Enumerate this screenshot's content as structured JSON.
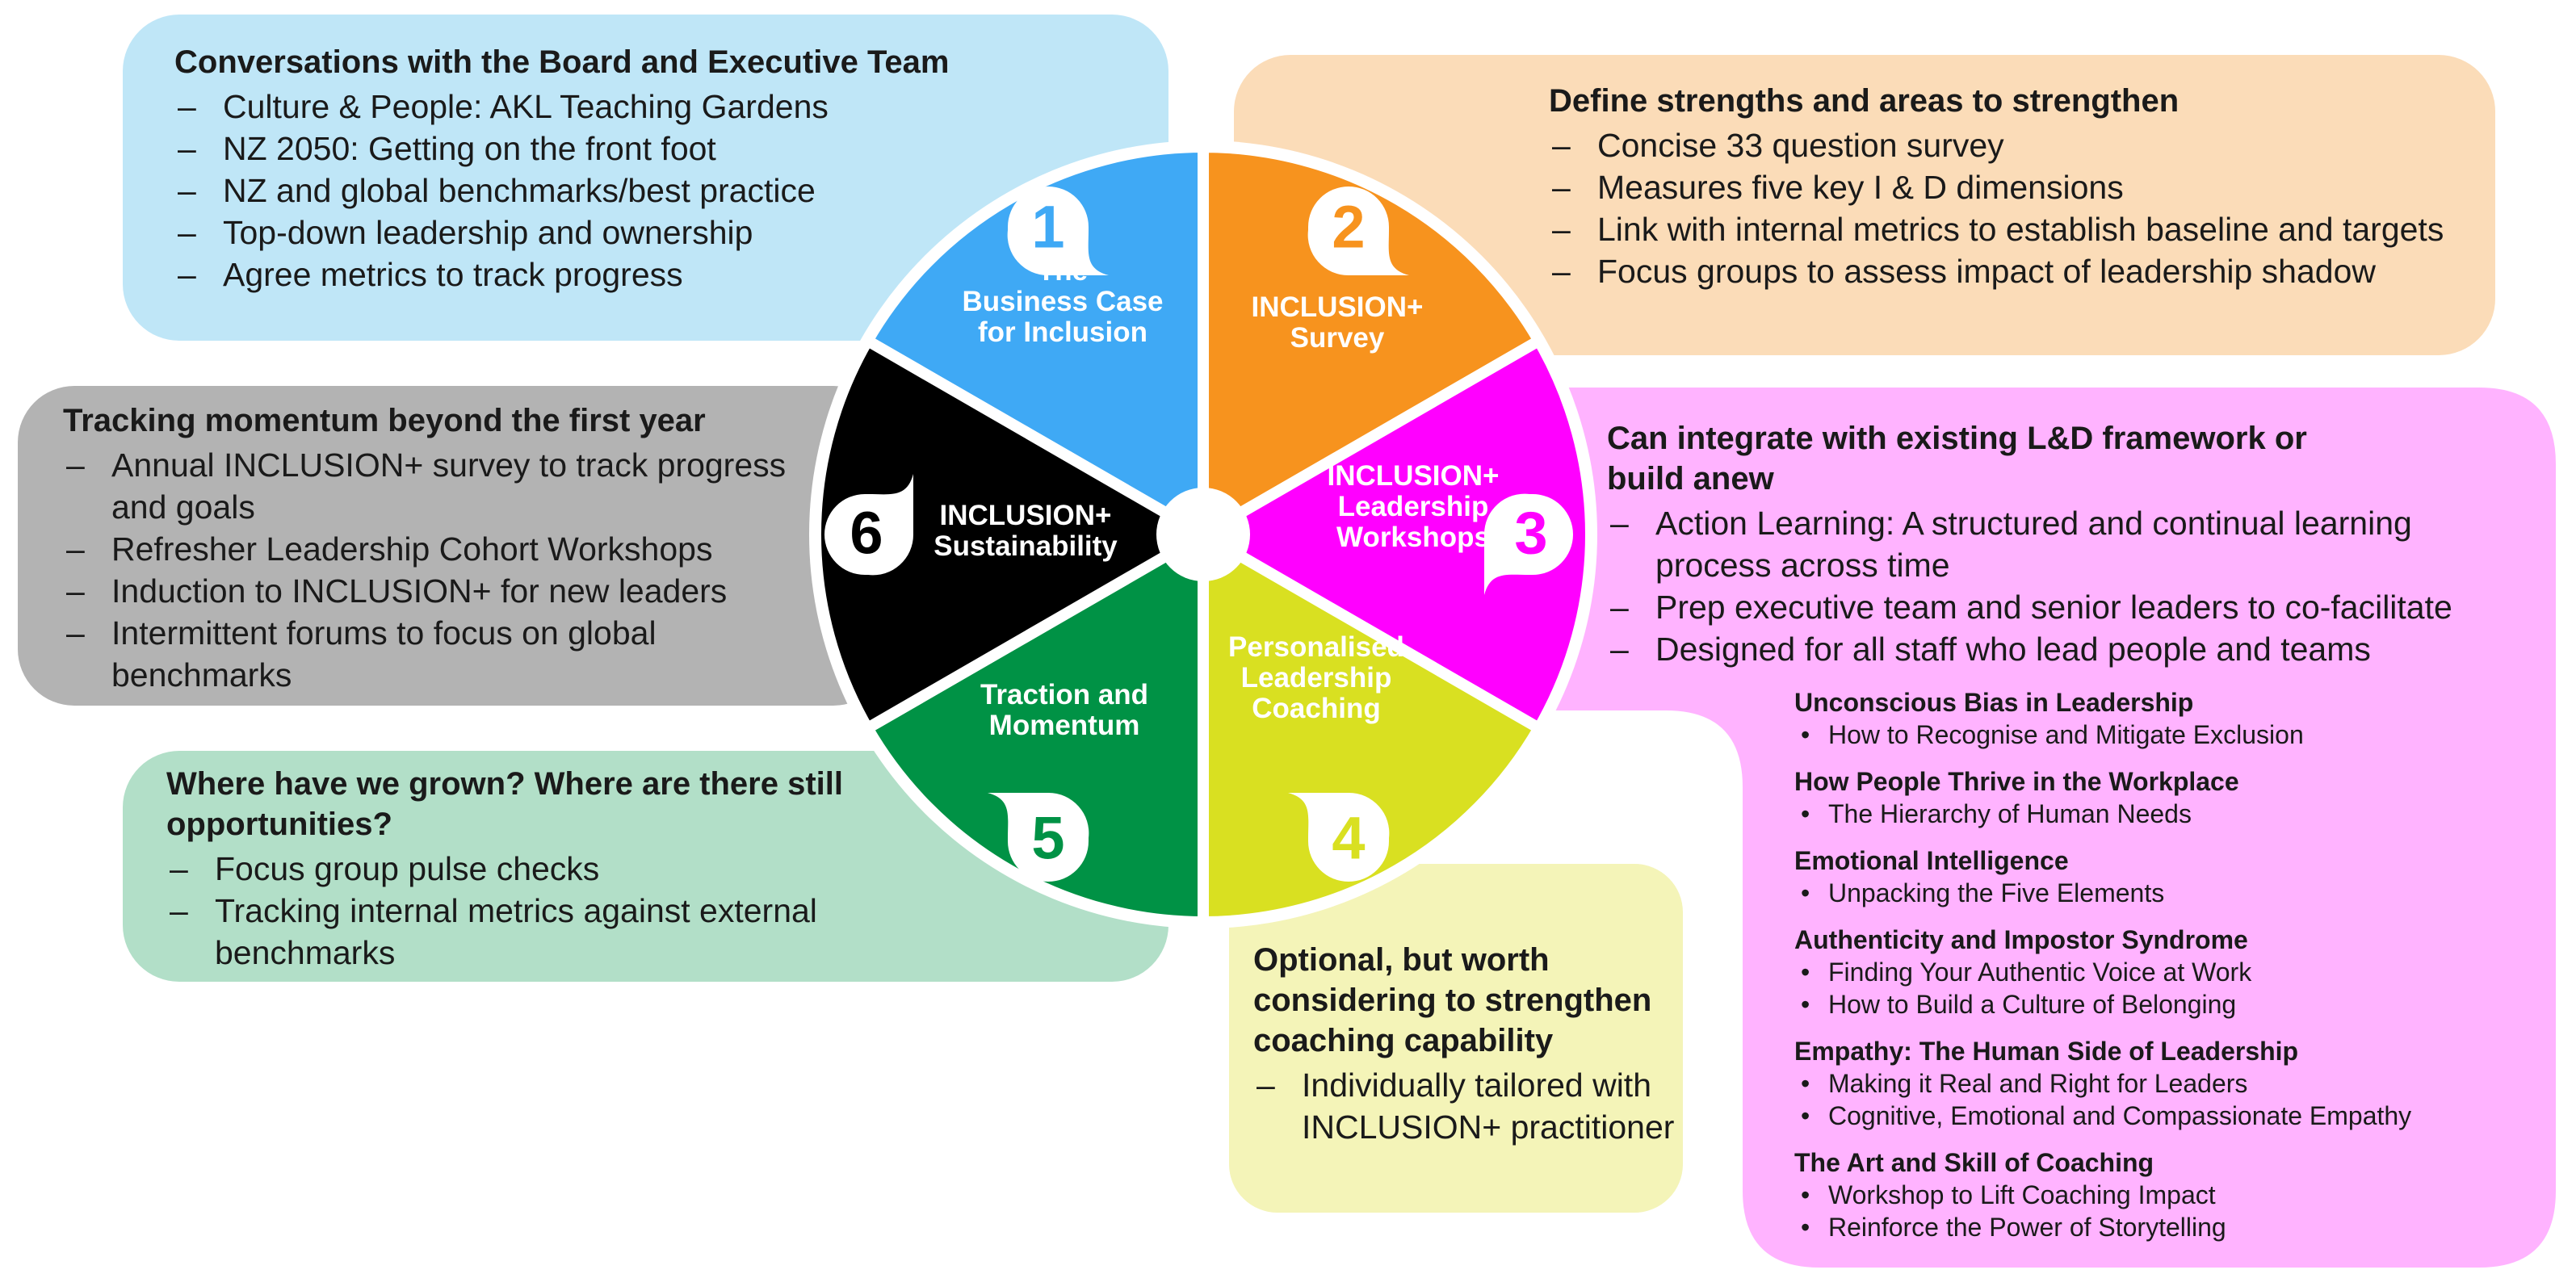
{
  "colors": {
    "blue": "#3fa9f5",
    "blue_bg": "#bfe6f7",
    "orange": "#f7931e",
    "orange_bg": "#fbdcb8",
    "magenta": "#ff00ff",
    "magenta_bg": "#ffb3ff",
    "yellow": "#d9e021",
    "yellow_bg": "#f4f4b8",
    "green": "#009245",
    "green_bg": "#b2dfc8",
    "black": "#000000",
    "gray_bg": "#b3b3b3"
  },
  "wheel": {
    "segments": [
      {
        "num": "1",
        "lines": [
          "The",
          "Business Case",
          "for Inclusion"
        ]
      },
      {
        "num": "2",
        "lines": [
          "INCLUSION+",
          "Survey"
        ]
      },
      {
        "num": "3",
        "lines": [
          "INCLUSION+",
          "Leadership",
          "Workshops"
        ]
      },
      {
        "num": "4",
        "lines": [
          "Personalised",
          "Leadership",
          "Coaching"
        ]
      },
      {
        "num": "5",
        "lines": [
          "Traction and",
          "Momentum"
        ]
      },
      {
        "num": "6",
        "lines": [
          "INCLUSION+",
          "Sustainability"
        ]
      }
    ]
  },
  "callouts": {
    "c1": {
      "heading": "Conversations with the Board and Executive Team",
      "items": [
        "Culture & People: AKL Teaching Gardens",
        "NZ 2050: Getting on the front foot",
        "NZ and global benchmarks/best practice",
        "Top-down leadership and ownership",
        "Agree metrics to track progress"
      ]
    },
    "c2": {
      "heading": "Define strengths and areas to strengthen",
      "items": [
        "Concise 33 question survey",
        "Measures five key I & D dimensions",
        "Link with internal metrics to establish baseline and targets",
        "Focus groups to assess impact of leadership shadow"
      ]
    },
    "c3": {
      "heading": "Can integrate with existing L&D framework or build anew",
      "items": [
        "Action Learning: A structured and continual learning process across time",
        "Prep executive team and senior leaders to co-facilitate",
        "Designed for all staff who lead people and teams"
      ],
      "workshops": [
        {
          "title": "Unconscious Bias in Leadership",
          "items": [
            "How to Recognise and Mitigate Exclusion"
          ]
        },
        {
          "title": "How People Thrive in the Workplace",
          "items": [
            "The Hierarchy of Human Needs"
          ]
        },
        {
          "title": "Emotional Intelligence",
          "items": [
            "Unpacking the Five Elements"
          ]
        },
        {
          "title": "Authenticity and Impostor Syndrome",
          "items": [
            "Finding Your Authentic Voice at Work",
            "How to Build a Culture of Belonging"
          ]
        },
        {
          "title": "Empathy: The Human Side of Leadership",
          "items": [
            "Making it Real and Right for Leaders",
            "Cognitive, Emotional and Compassionate Empathy"
          ]
        },
        {
          "title": "The Art and Skill of Coaching",
          "items": [
            "Workshop to Lift Coaching Impact",
            "Reinforce the Power of Storytelling"
          ]
        }
      ]
    },
    "c4": {
      "heading": "Optional, but worth considering to strengthen coaching capability",
      "items": [
        "Individually tailored with INCLUSION+ practitioner"
      ]
    },
    "c5": {
      "heading": "Where have we grown? Where are there still opportunities?",
      "items": [
        "Focus group pulse checks",
        "Tracking internal metrics against external benchmarks"
      ]
    },
    "c6": {
      "heading": "Tracking momentum beyond the first year",
      "items": [
        "Annual INCLUSION+ survey to track progress and goals",
        "Refresher Leadership Cohort Workshops",
        "Induction to INCLUSION+ for new leaders",
        "Intermittent forums to focus on global benchmarks"
      ]
    }
  }
}
